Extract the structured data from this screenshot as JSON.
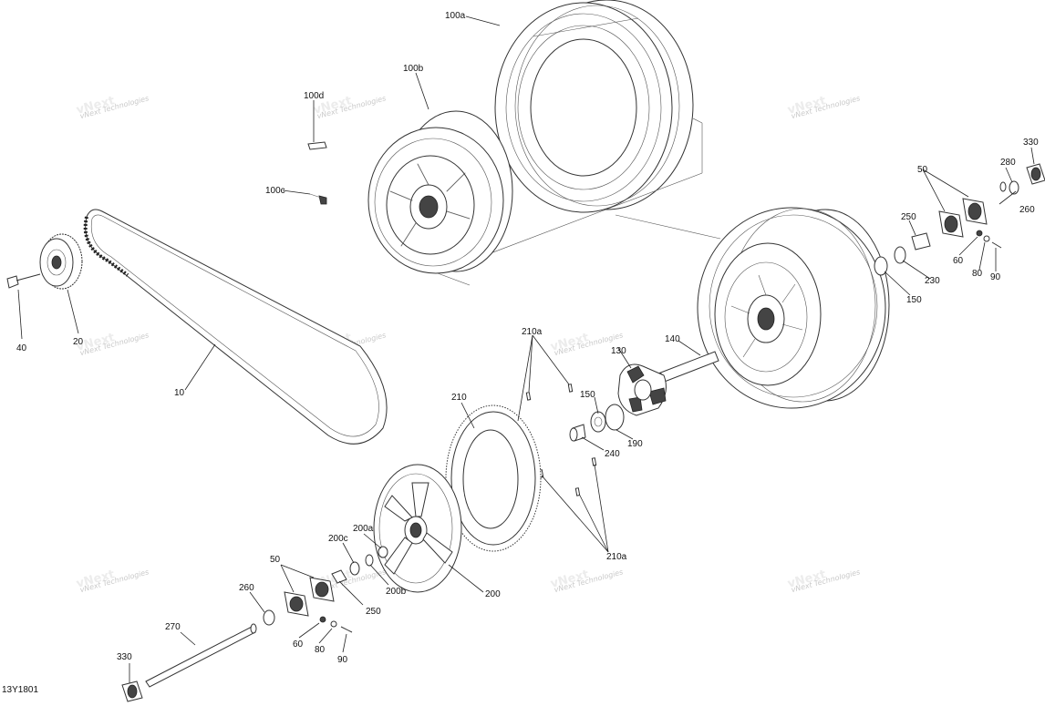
{
  "diagram_id": "13Y1801",
  "watermark": "vNext Technologies",
  "callouts": {
    "c100a": "100a",
    "c100b": "100b",
    "c100c": "100c",
    "c100d": "100d",
    "c10": "10",
    "c20": "20",
    "c40": "40",
    "c50_top": "50",
    "c50_bottom": "50",
    "c60_top": "60",
    "c60_bottom": "60",
    "c80_top": "80",
    "c80_bottom": "80",
    "c90_top": "90",
    "c90_bottom": "90",
    "c130": "130",
    "c140": "140",
    "c150_top": "150",
    "c150_mid": "150",
    "c190": "190",
    "c200": "200",
    "c200a": "200a",
    "c200b": "200b",
    "c200c": "200c",
    "c210": "210",
    "c210a_top": "210a",
    "c210a_bottom": "210a",
    "c230": "230",
    "c240": "240",
    "c250_top": "250",
    "c250_bottom": "250",
    "c260_top": "260",
    "c260_bottom": "260",
    "c270": "270",
    "c280": "280",
    "c330_top": "330",
    "c330_bottom": "330"
  }
}
